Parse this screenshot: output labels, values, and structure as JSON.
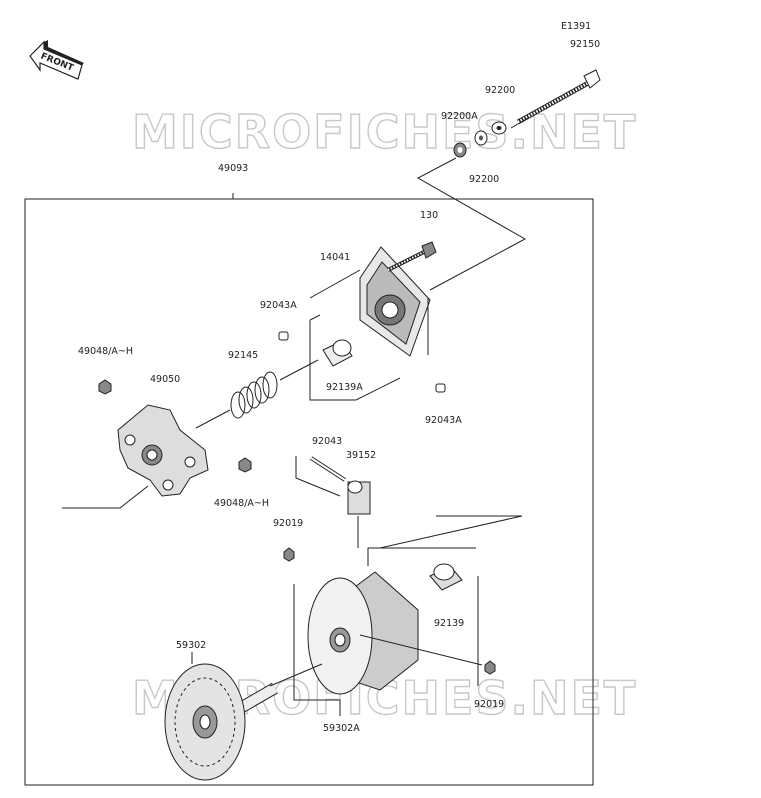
{
  "diagram": {
    "front_label": "FRONT",
    "watermark_text": "MICROFICHES.NET",
    "ref_code": "E1391",
    "parts": {
      "p92150": "92150",
      "p92200_top": "92200",
      "p92200A": "92200A",
      "p92200_bottom": "92200",
      "p49093": "49093",
      "p130": "130",
      "p14041": "14041",
      "p92043A_left": "92043A",
      "p92145": "92145",
      "p92139A": "92139A",
      "p92043A_right": "92043A",
      "p49048_top": "49048/A~H",
      "p49050": "49050",
      "p49048_bottom": "49048/A~H",
      "p92043": "92043",
      "p39152": "39152",
      "p92019_top": "92019",
      "p92139": "92139",
      "p59302": "59302",
      "p92019_bottom": "92019",
      "p59302A": "59302A"
    }
  }
}
